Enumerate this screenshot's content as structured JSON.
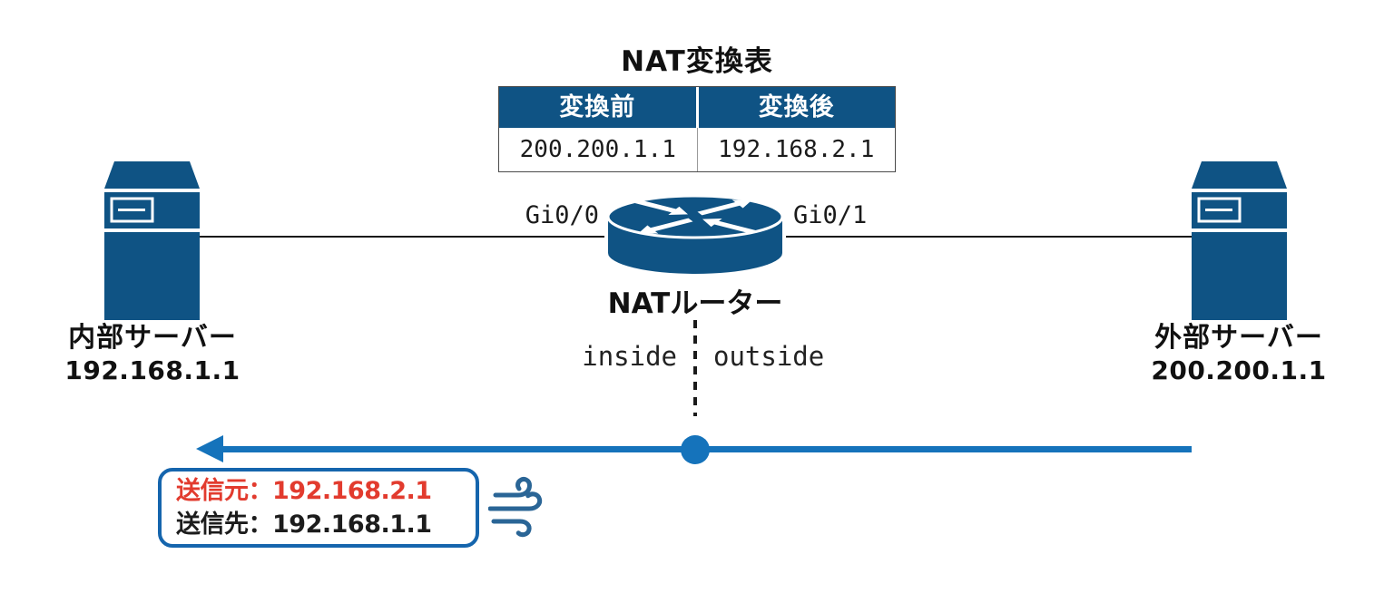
{
  "colors": {
    "primary-blue": "#0F5384",
    "flow-blue": "#1573BB",
    "box-border-blue": "#1565AD",
    "wind-blue": "#2A6596",
    "alert-red": "#E23B2E"
  },
  "nat_table": {
    "title": "NAT変換表",
    "headers": [
      "変換前",
      "変換後"
    ],
    "rows": [
      [
        "200.200.1.1",
        "192.168.2.1"
      ]
    ]
  },
  "router": {
    "label": "NATルーター",
    "left_interface": "Gi0/0",
    "right_interface": "Gi0/1",
    "inside_label": "inside",
    "outside_label": "outside"
  },
  "servers": {
    "internal": {
      "name": "内部サーバー",
      "ip": "192.168.1.1"
    },
    "external": {
      "name": "外部サーバー",
      "ip": "200.200.1.1"
    }
  },
  "packet": {
    "source_label": "送信元：192.168.2.1",
    "destination_label": "送信先：192.168.1.1"
  },
  "icons": {
    "router": "router-icon",
    "internal_server": "server-icon",
    "external_server": "server-icon",
    "wind": "wind-gust-icon"
  }
}
